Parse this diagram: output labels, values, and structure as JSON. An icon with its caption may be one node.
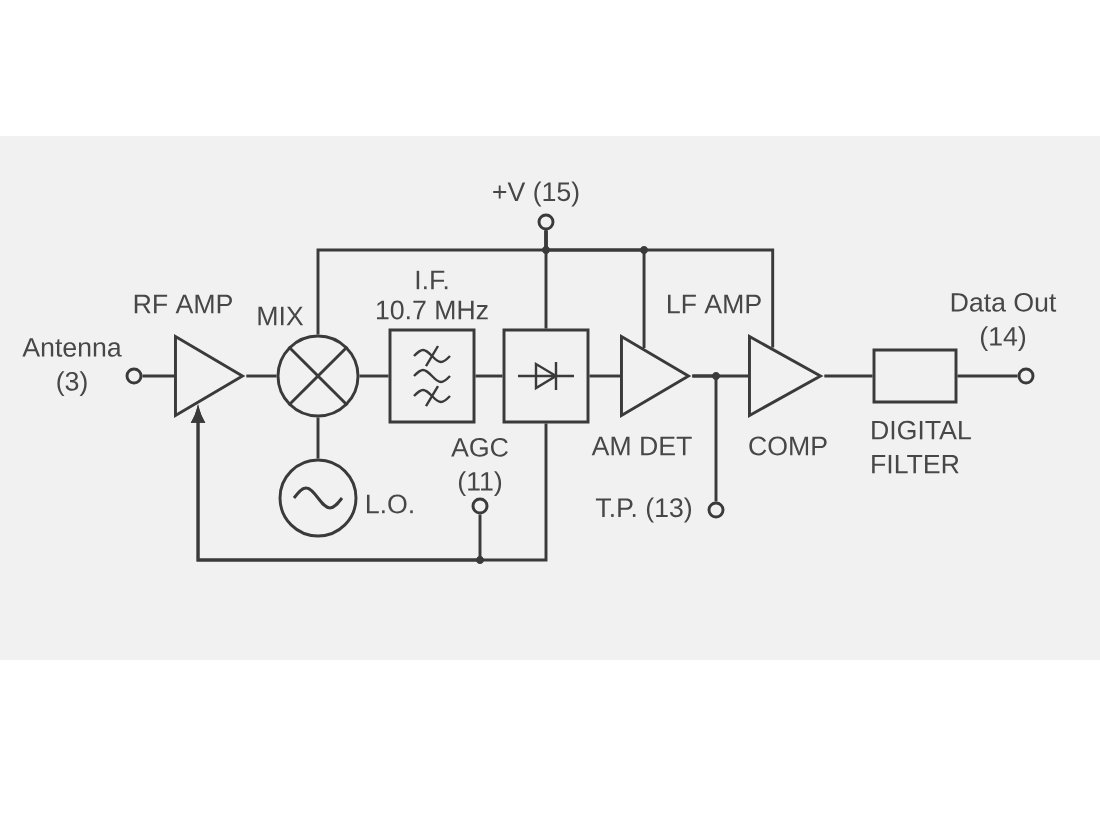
{
  "diagram": {
    "nodes": [
      {
        "text": [
          "Antenna (3)"
        ]
      },
      {
        "text": [
          "RF AMP"
        ]
      },
      {
        "text": [
          "MIX"
        ]
      },
      {
        "text": [
          "L.O."
        ]
      },
      {
        "text": [
          "I.F.",
          "10.7 MHz"
        ]
      },
      {
        "text": [
          "+V (15)"
        ]
      },
      {
        "text": [
          "AM DET"
        ]
      },
      {
        "text": [
          "AGC (11)"
        ]
      },
      {
        "text": [
          "LF AMP"
        ]
      },
      {
        "text": [
          "T.P. (13)"
        ]
      },
      {
        "text": [
          "COMP"
        ]
      },
      {
        "text": [
          "DIGITAL FILTER"
        ]
      },
      {
        "text": [
          "Data Out (14)"
        ]
      }
    ],
    "edges": [
      {
        "from": 0,
        "to": 1,
        "arrow": "none"
      },
      {
        "from": 1,
        "to": 2,
        "arrow": "none"
      },
      {
        "from": 3,
        "to": 2,
        "arrow": "none"
      },
      {
        "from": 2,
        "to": 4,
        "arrow": "none"
      },
      {
        "from": 4,
        "to": 6,
        "arrow": "none"
      },
      {
        "from": 6,
        "to": 8,
        "arrow": "none"
      },
      {
        "from": 8,
        "to": 10,
        "arrow": "none"
      },
      {
        "from": 8,
        "to": 9,
        "arrow": "none"
      },
      {
        "from": 10,
        "to": 11,
        "arrow": "none"
      },
      {
        "from": 11,
        "to": 12,
        "arrow": "none"
      },
      {
        "from": 5,
        "to": 2,
        "arrow": "none"
      },
      {
        "from": 5,
        "to": 6,
        "arrow": "none"
      },
      {
        "from": 5,
        "to": 8,
        "arrow": "none"
      },
      {
        "from": 5,
        "to": 10,
        "arrow": "none"
      },
      {
        "from": 6,
        "to": 1,
        "arrow": "to"
      },
      {
        "from": 7,
        "to": 1,
        "arrow": "to"
      }
    ]
  }
}
